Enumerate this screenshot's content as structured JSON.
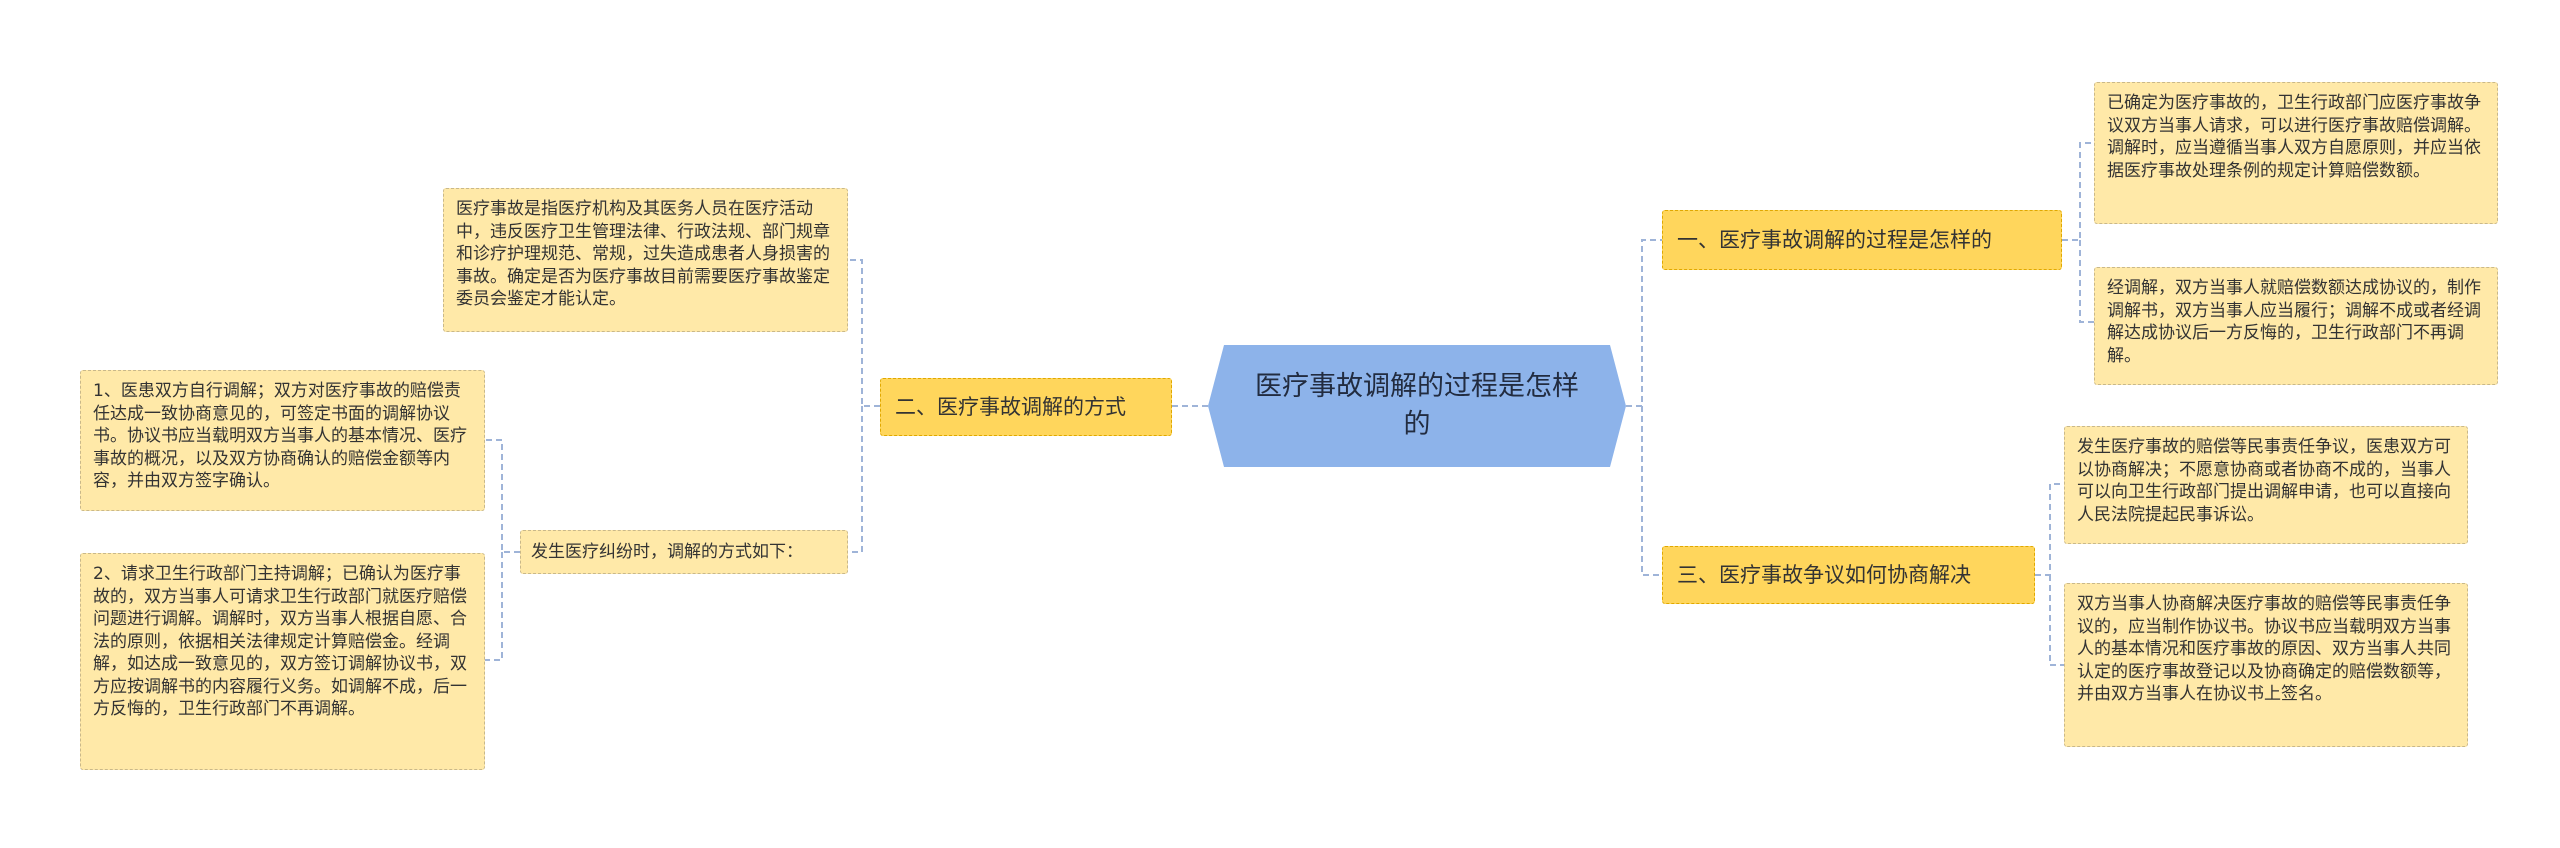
{
  "central_topic": "医疗事故调解的过程是怎样的",
  "branches": {
    "process": {
      "label": "一、医疗事故调解的过程是怎样的",
      "leaves": [
        "已确定为医疗事故的，卫生行政部门应医疗事故争议双方当事人请求，可以进行医疗事故赔偿调解。调解时，应当遵循当事人双方自愿原则，并应当依据医疗事故处理条例的规定计算赔偿数额。",
        "经调解，双方当事人就赔偿数额达成协议的，制作调解书，双方当事人应当履行；调解不成或者经调解达成协议后一方反悔的，卫生行政部门不再调解。"
      ]
    },
    "methods": {
      "label": "二、医疗事故调解的方式",
      "definition": "医疗事故是指医疗机构及其医务人员在医疗活动中，违反医疗卫生管理法律、行政法规、部门规章和诊疗护理规范、常规，过失造成患者人身损害的事故。确定是否为医疗事故目前需要医疗事故鉴定委员会鉴定才能认定。",
      "intro": "发生医疗纠纷时，调解的方式如下：",
      "leaves": [
        "1、医患双方自行调解；双方对医疗事故的赔偿责任达成一致协商意见的，可签定书面的调解协议书。协议书应当载明双方当事人的基本情况、医疗事故的概况，以及双方协商确认的赔偿金额等内容，并由双方签字确认。",
        "2、请求卫生行政部门主持调解；已确认为医疗事故的，双方当事人可请求卫生行政部门就医疗赔偿问题进行调解。调解时，双方当事人根据自愿、合法的原则，依据相关法律规定计算赔偿金。经调解，如达成一致意见的，双方签订调解协议书，双方应按调解书的内容履行义务。如调解不成，后一方反悔的，卫生行政部门不再调解。"
      ]
    },
    "negotiation": {
      "label": "三、医疗事故争议如何协商解决",
      "leaves": [
        "发生医疗事故的赔偿等民事责任争议，医患双方可以协商解决；不愿意协商或者协商不成的，当事人可以向卫生行政部门提出调解申请，也可以直接向人民法院提起民事诉讼。",
        "双方当事人协商解决医疗事故的赔偿等民事责任争议的，应当制作协议书。协议书应当载明双方当事人的基本情况和医疗事故的原因、双方当事人共同认定的医疗事故登记以及协商确定的赔偿数额等，并由双方当事人在协议书上签名。"
      ]
    }
  },
  "colors": {
    "central_fill": "#8db3ea",
    "branch_fill": "#ffd65c",
    "leaf_fill": "#ffe9a8",
    "connector": "#9fb4d8"
  }
}
